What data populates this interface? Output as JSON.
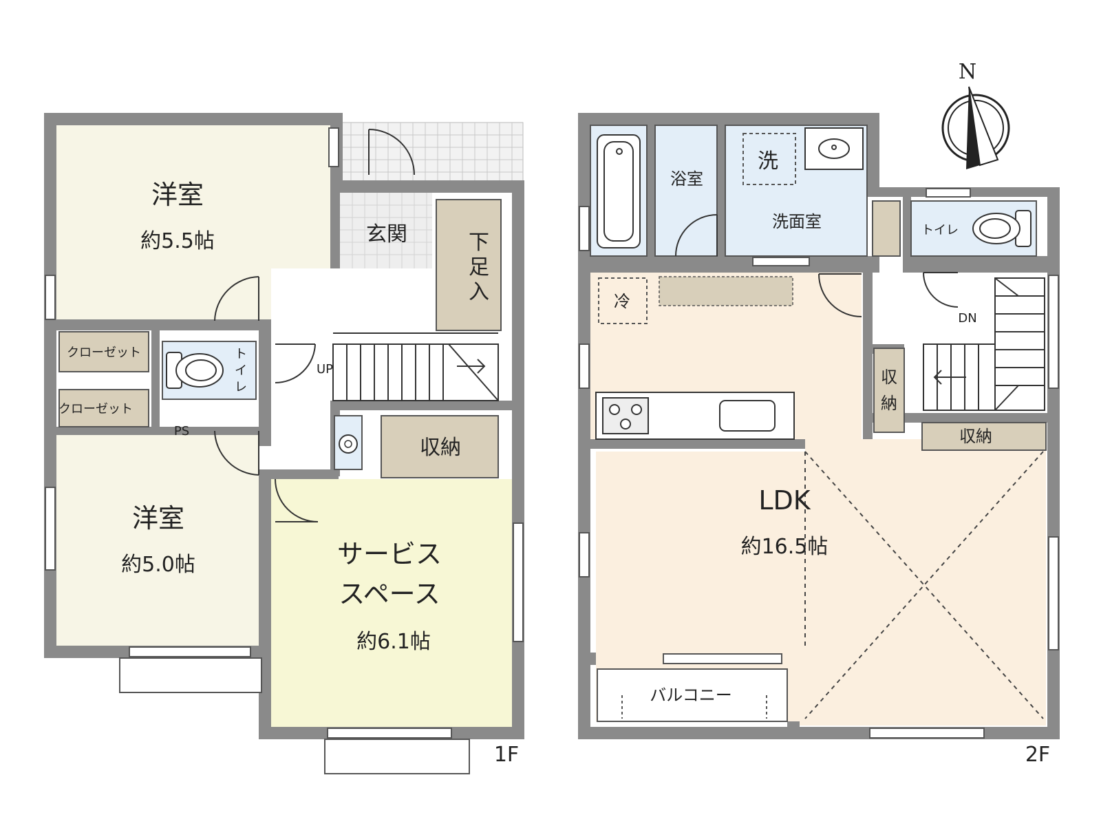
{
  "colors": {
    "wall": "#8a8a8a",
    "western_room": "#f7f5e6",
    "service_space": "#f7f7d5",
    "storage": "#d8cfba",
    "wet_area": "#e3eef8",
    "ldk": "#fbefdf",
    "hall": "#ffffff",
    "tile": "#dddddd"
  },
  "floor1": {
    "label": "1F",
    "room_a_name": "洋室",
    "room_a_size": "約5.5帖",
    "room_b_name": "洋室",
    "room_b_size": "約5.0帖",
    "service_name_1": "サービス",
    "service_name_2": "スペース",
    "service_size": "約6.1帖",
    "entrance": "玄関",
    "shoe_1": "下",
    "shoe_2": "足",
    "shoe_3": "入",
    "closet_1": "クローゼット",
    "closet_2": "クローゼット",
    "toilet_1": "ト",
    "toilet_2": "イ",
    "toilet_3": "レ",
    "up": "UP",
    "ps": "PS",
    "storage": "収納"
  },
  "floor2": {
    "label": "2F",
    "bath": "浴室",
    "washroom": "洗面室",
    "washer": "洗",
    "toilet": "トイレ",
    "fridge": "冷",
    "storage_v1": "収",
    "storage_v2": "納",
    "storage_h": "収納",
    "dn": "DN",
    "ldk_name": "LDK",
    "ldk_size": "約16.5帖",
    "balcony": "バルコニー"
  },
  "compass": {
    "label": "N"
  }
}
